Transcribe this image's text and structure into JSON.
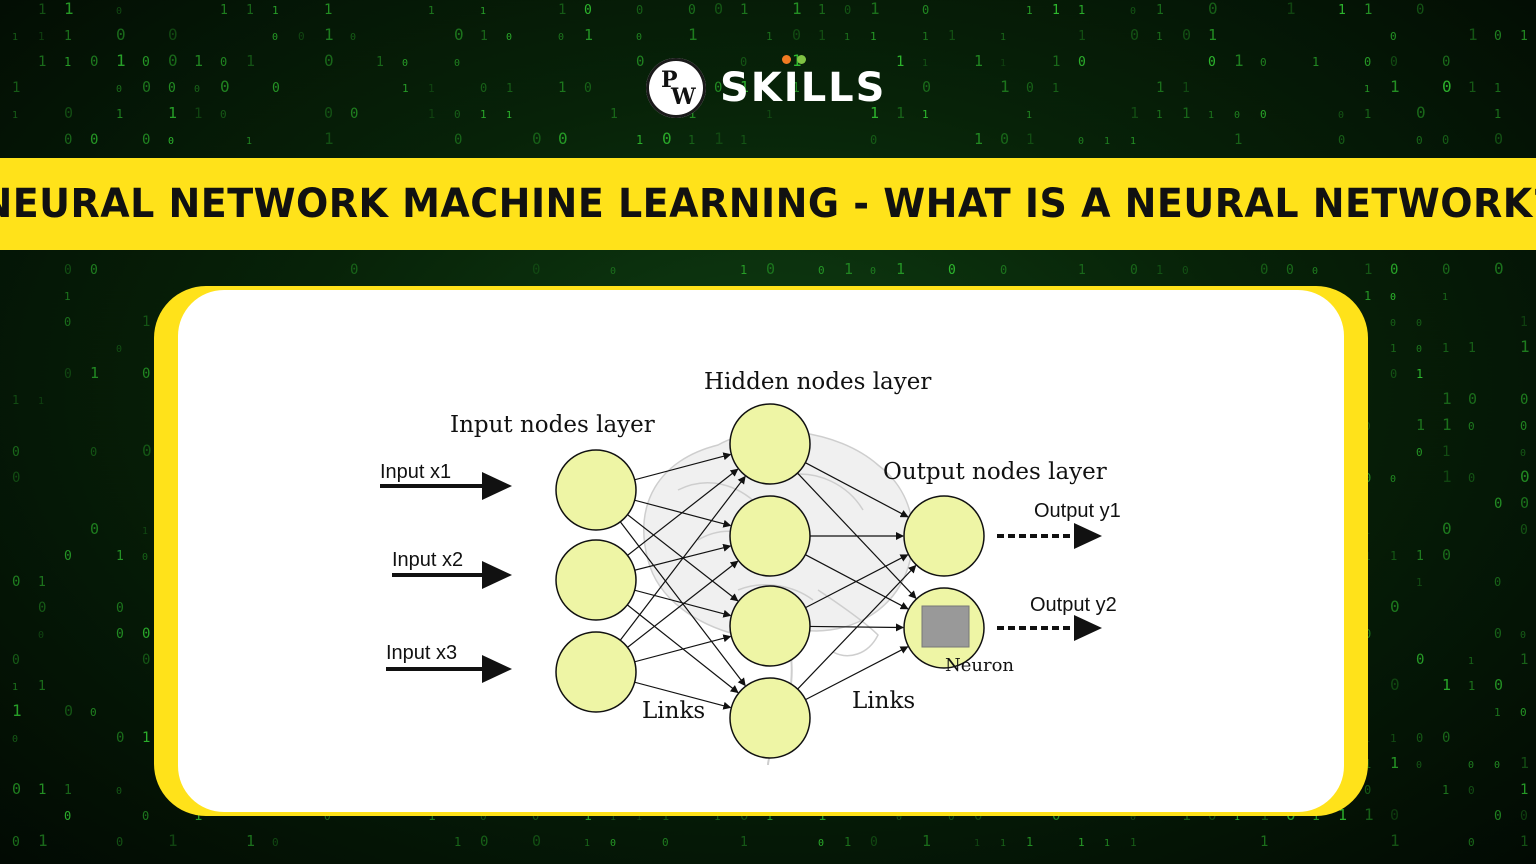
{
  "brand": {
    "logo_p": "P",
    "logo_w": "W",
    "name": "SKILLS",
    "dot_colors": [
      "#f07a22",
      "#7fc243"
    ]
  },
  "banner": {
    "title": "NEURAL NETWORK MACHINE LEARNING - WHAT IS A NEURAL NETWORK?",
    "background": "#ffe21a"
  },
  "diagram": {
    "node_fill": "#eef5a5",
    "layers": {
      "input": "Input nodes layer",
      "hidden": "Hidden nodes layer",
      "output": "Output nodes layer"
    },
    "inputs": [
      "Input x1",
      "Input x2",
      "Input x3"
    ],
    "outputs": [
      "Output y1",
      "Output y2"
    ],
    "links_left": "Links",
    "links_right": "Links",
    "neuron": "Neuron"
  }
}
